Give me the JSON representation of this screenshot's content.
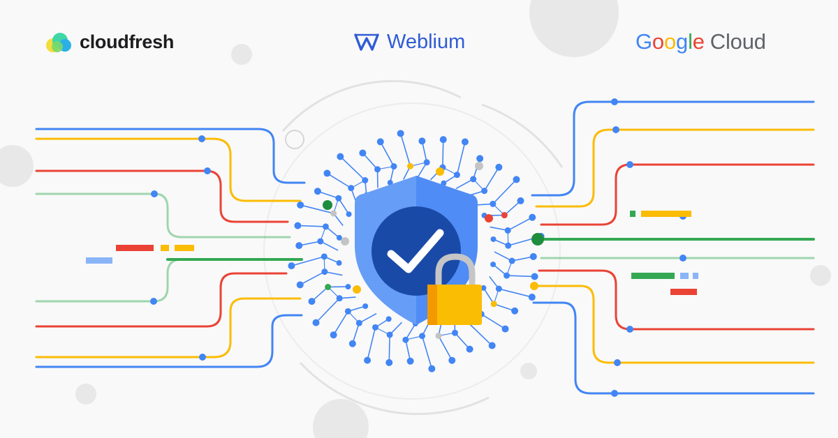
{
  "logos": {
    "cloudfresh": {
      "text": "cloudfresh",
      "icon": "cloud-blob-icon"
    },
    "weblium": {
      "text": "Weblium",
      "icon": "weblium-w-icon",
      "color": "#2f5bd5"
    },
    "google_cloud": {
      "letters": [
        {
          "char": "G",
          "color": "#4285f4"
        },
        {
          "char": "o",
          "color": "#ea4335"
        },
        {
          "char": "o",
          "color": "#fbbc05"
        },
        {
          "char": "g",
          "color": "#4285f4"
        },
        {
          "char": "l",
          "color": "#34a853"
        },
        {
          "char": "e",
          "color": "#ea4335"
        }
      ],
      "cloud": "Cloud"
    }
  },
  "illustration": {
    "icons": [
      "security-shield-icon",
      "checkmark-icon",
      "padlock-icon"
    ],
    "colors": {
      "blue": "#4285f4",
      "red": "#ea4335",
      "yellow": "#fbbc05",
      "green": "#34a853",
      "shield_light": "#669df6",
      "shield_dark": "#1a4aa8",
      "lock_body": "#fbbc04",
      "lock_shackle": "#c6c6c6"
    }
  }
}
